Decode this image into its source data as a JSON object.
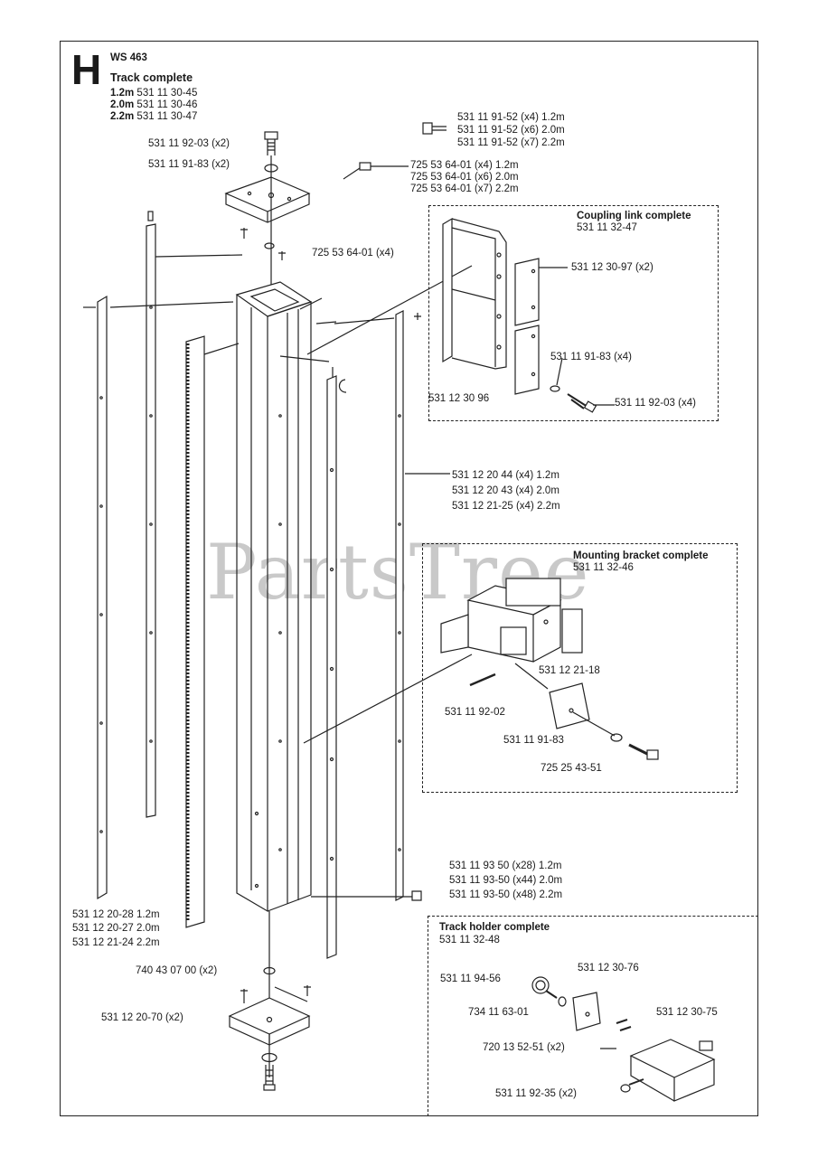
{
  "section_letter": "H",
  "model": "WS 463",
  "track_complete": {
    "title": "Track complete",
    "variants": [
      {
        "len": "1.2m",
        "part": "531 11 30-45"
      },
      {
        "len": "2.0m",
        "part": "531 11 30-46"
      },
      {
        "len": "2.2m",
        "part": "531 11 30-47"
      }
    ]
  },
  "labels": {
    "bolt_top": "531 11 92-03 (x2)",
    "washer_top": "531 11 91-83 (x2)",
    "bolts_right": [
      "531 11 91-52 (x4) 1.2m",
      "531 11 91-52 (x6) 2.0m",
      "531 11 91-52 (x7) 2.2m"
    ],
    "nuts_right": [
      "725 53 64-01 (x4) 1.2m",
      "725 53 64-01 (x6) 2.0m",
      "725 53 64-01 (x7) 2.2m"
    ],
    "nut_top": "725 53 64-01 (x4)",
    "rails": [
      "531 12 20 44 (x4) 1.2m",
      "531 12 20 43 (x4) 2.0m",
      "531 12 21-25 (x4) 2.2m"
    ],
    "screws": [
      "531 11 93 50 (x28) 1.2m",
      "531 11 93-50 (x44) 2.0m",
      "531 11 93-50 (x48) 2.2m"
    ],
    "racks": [
      "531 12 20-28 1.2m",
      "531 12 20-27 2.0m",
      "531 12 21-24 2.2m"
    ],
    "washer_bottom": "740 43 07 00 (x2)",
    "bracket_bottom": "531 12 20-70 (x2)"
  },
  "coupling": {
    "title": "Coupling link complete",
    "part": "531 11 32-47",
    "items": {
      "plate": "531 12 30-97 (x2)",
      "washer": "531 11 91-83 (x4)",
      "bolt": "531 11 92-03 (x4)",
      "link": "531 12 30 96"
    }
  },
  "mounting": {
    "title": "Mounting bracket complete",
    "part": "531 11 32-46",
    "items": {
      "tube": "531 12 21-18",
      "bolt": "531 11 92-02",
      "washer": "531 11 91-83",
      "screw": "725 25 43-51"
    }
  },
  "holder": {
    "title": "Track holder complete",
    "part": "531 11 32-48",
    "items": {
      "knob": "531 11 94-56",
      "plate": "531 12 30-76",
      "washer": "734 11 63-01",
      "block": "531 12 30-75",
      "pin": "720 13 52-51 (x2)",
      "bolt": "531 11 92-35 (x2)"
    }
  },
  "watermark": "PartsTree"
}
